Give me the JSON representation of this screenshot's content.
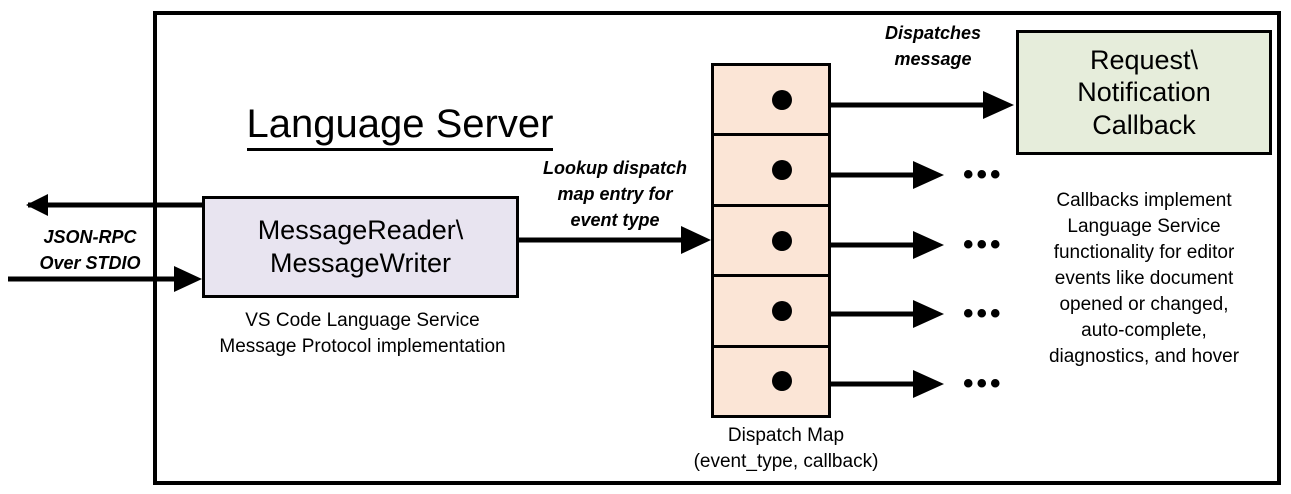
{
  "diagram": {
    "title": "Language Server",
    "external_protocol_label": "JSON-RPC\nOver STDIO",
    "message_io": {
      "box_label": "MessageReader\\\nMessageWriter",
      "caption": "VS Code Language Service\nMessage Protocol implementation",
      "fill_color": "#E8E4F0"
    },
    "lookup_label": "Lookup dispatch\nmap entry for\nevent type",
    "dispatch_map": {
      "caption": "Dispatch Map\n(event_type, callback)",
      "fill_color": "#FBE5D6",
      "rows": [
        {
          "marker": "callback-pointer"
        },
        {
          "marker": "callback-pointer"
        },
        {
          "marker": "callback-pointer"
        },
        {
          "marker": "callback-pointer"
        },
        {
          "marker": "callback-pointer"
        }
      ]
    },
    "dispatch_label": "Dispatches\nmessage",
    "callback": {
      "box_label": "Request\\\nNotification\nCallback",
      "caption": "Callbacks implement\nLanguage Service\nfunctionality for editor\nevents like document\nopened or changed,\nauto-complete,\ndiagnostics, and hover",
      "fill_color": "#E6EDDB"
    },
    "ellipsis_marks": [
      "•••",
      "•••",
      "•••",
      "•••"
    ],
    "stroke_color": "#000000",
    "background_color": "#FFFFFF"
  }
}
